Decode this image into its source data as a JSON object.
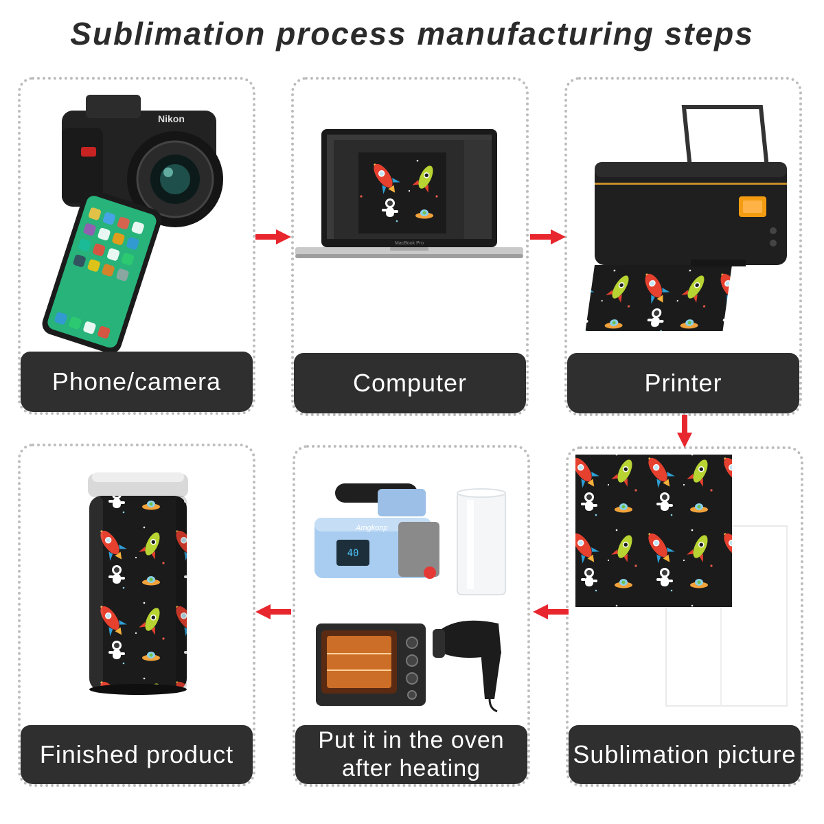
{
  "title": "Sublimation process manufacturing steps",
  "colors": {
    "arrow": "#e8262e",
    "label_bg": "#2f2f2f",
    "card_border": "#bdbdbd"
  },
  "steps": [
    {
      "label": "Phone/camera",
      "icons": [
        "camera-icon",
        "smartphone-icon"
      ]
    },
    {
      "label": "Computer",
      "icons": [
        "laptop-icon"
      ]
    },
    {
      "label": "Printer",
      "icons": [
        "printer-icon"
      ]
    },
    {
      "label": "Sublimation picture",
      "icons": [
        "sublimation-paper-icon"
      ]
    },
    {
      "label": "Put it in the oven after heating",
      "icons": [
        "heat-press-icon",
        "shrink-wrap-icon",
        "oven-icon",
        "hair-dryer-icon"
      ]
    },
    {
      "label": "Finished product",
      "icons": [
        "tumbler-icon"
      ]
    }
  ],
  "devices": {
    "laptop_brand": "MacBook Pro",
    "camera_brand": "Nikon",
    "press_brand": "Amgkonp"
  }
}
